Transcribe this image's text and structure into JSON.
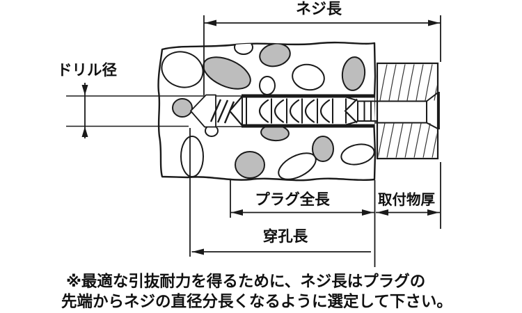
{
  "labels": {
    "screw_length": "ネジ長",
    "drill_diameter": "ドリル径",
    "plug_total_length": "プラグ全長",
    "mount_thickness": "取付物厚",
    "bore_length": "穿孔長"
  },
  "note": {
    "line1": "※最適な引抜耐力を得るために、ネジ長はプラグの",
    "line2": "先端からネジの直径分長くなるように選定して下さい。"
  },
  "colors": {
    "line": "#1a1a1a",
    "aggregate_gray": "#bdbdbd",
    "background": "#ffffff"
  }
}
